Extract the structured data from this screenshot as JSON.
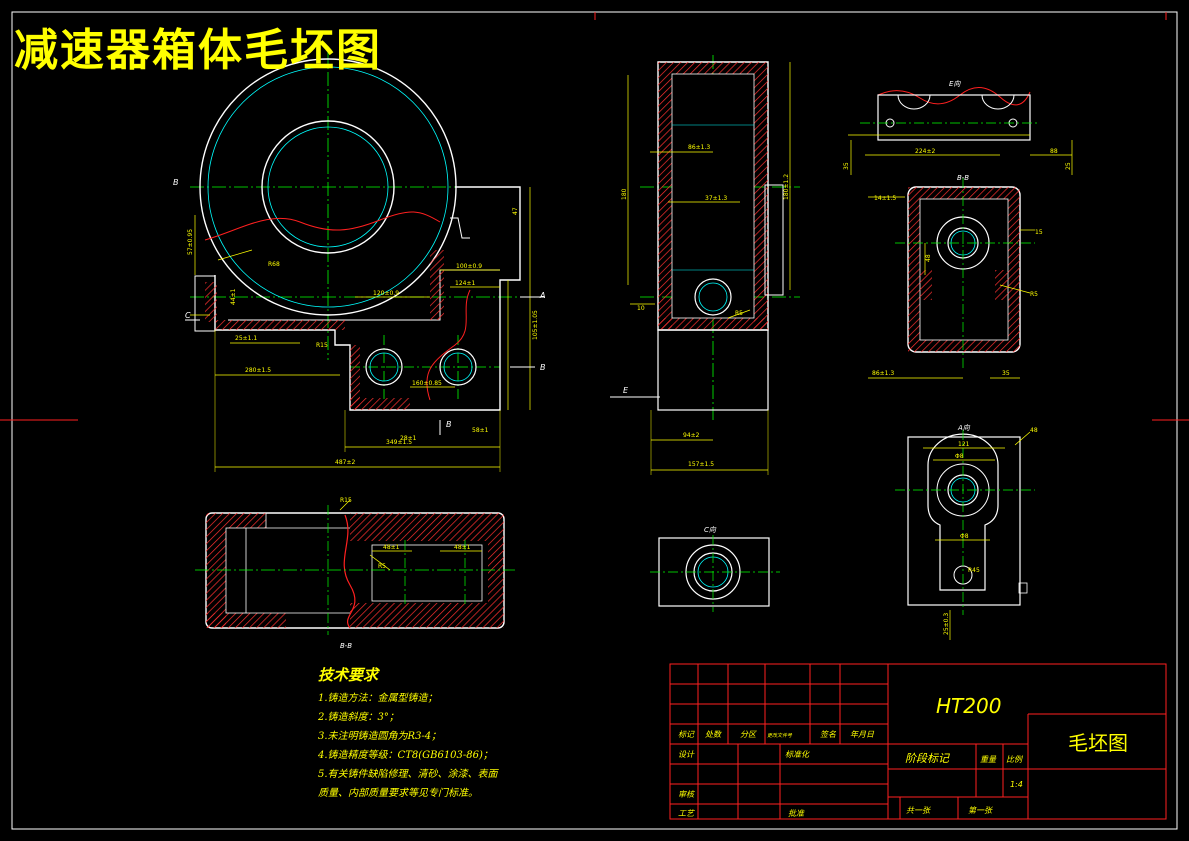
{
  "title": "减速器箱体毛坯图",
  "tech_req": {
    "heading": "技术要求",
    "lines": [
      "1.铸造方法：金属型铸造；",
      "2.铸造斜度：3°；",
      "3.未注明铸造圆角为R3-4；",
      "4.铸造精度等级：CT8(GB6103-86)；",
      "5.有关铸件缺陷修理、清砂、涂漆、表面",
      "  质量、内部质量要求等见专门标准。"
    ]
  },
  "title_block": {
    "material": "HT200",
    "drawing_name": "毛坯图",
    "row_headers": [
      "标记",
      "处数",
      "分区",
      "更改文件号",
      "签名",
      "年月日"
    ],
    "design": "设计",
    "standardize": "标准化",
    "review": "审核",
    "process": "工艺",
    "approve": "批准",
    "stage_mark": "阶段标记",
    "weight": "重量",
    "scale_label": "比例",
    "scale_value": "1:4",
    "sheets_total": "共一张",
    "sheet_no": "第一张"
  },
  "views": {
    "section_bb": "B-B",
    "view_a": "A向",
    "view_c": "C向",
    "view_e": "E向",
    "label_a": "A",
    "label_b": "B",
    "label_c": "C",
    "label_e": "E"
  },
  "dimensions": {
    "overall_width": "487±2",
    "base_length": "349±1.5",
    "side_width": "157±1.5",
    "side_offset": "94±2",
    "e_width": "224±2",
    "bb_width": "86±1.3",
    "a_width": "121",
    "a_circle": "Φ8",
    "r_fillet": "R5"
  },
  "colors": {
    "outline": "#ffffff",
    "center": "#00ff00",
    "dimension": "#ffff00",
    "hatch": "#ff3030",
    "break_line": "#ff2020",
    "inner": "#00ffff",
    "frame": "#ff2020",
    "text": "#ffff00"
  }
}
